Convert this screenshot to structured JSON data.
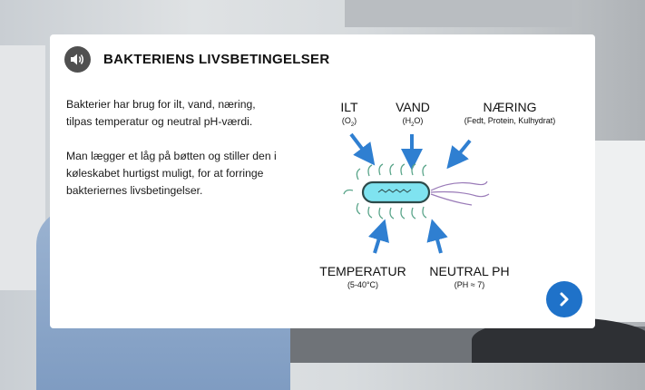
{
  "lesson": {
    "title": "BAKTERIENS LIVSBETINGELSER",
    "paragraphs": [
      "Bakterier har brug for ilt, vand, næring, tilpas temperatur og neutral pH-værdi.",
      "Man lægger et låg på bøtten og stiller den i køleskabet hurtigst muligt, for at forringe bakteriernes livsbetingelser."
    ]
  },
  "diagram": {
    "labels": {
      "ilt": {
        "main": "ILT",
        "sub_prefix": "(O",
        "sub_index": "2",
        "sub_suffix": ")"
      },
      "vand": {
        "main": "VAND",
        "sub_prefix": "(H",
        "sub_index": "2",
        "sub_suffix": "O)"
      },
      "naering": {
        "main": "NÆRING",
        "sub": "(Fedt, Protein, Kulhydrat)"
      },
      "temperatur": {
        "main": "TEMPERATUR",
        "sub": "(5-40°C)"
      },
      "neutral_ph": {
        "main": "NEUTRAL PH",
        "sub": "(PH ≈ 7)"
      }
    },
    "colors": {
      "arrow": "#2f7fd1",
      "bacterium_body": "#7fe3f0",
      "bacterium_outline": "#2d4a4a",
      "cilia": "#5aa58a",
      "flagella": "#9a7bb8"
    }
  },
  "controls": {
    "audio_icon": "speaker-icon",
    "next_icon": "chevron-right-icon",
    "accent": "#1f72c9"
  }
}
